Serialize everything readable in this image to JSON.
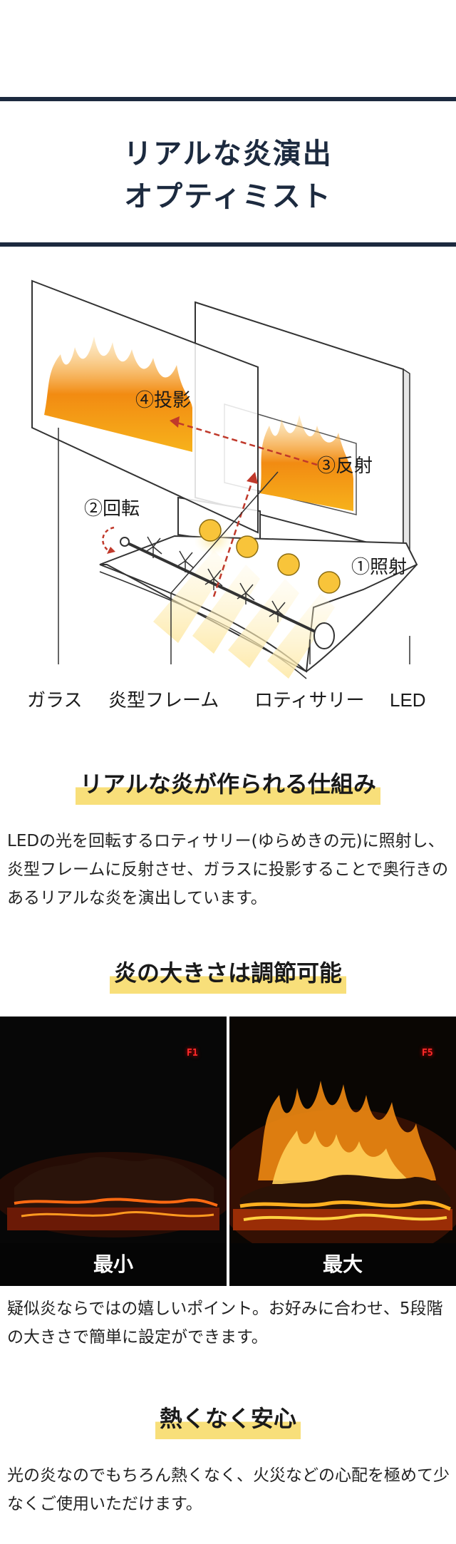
{
  "header": {
    "title_line1": "リアルな炎演出",
    "title_line2": "オプティミスト",
    "accent_color": "#1c2a3f"
  },
  "diagram": {
    "callouts": {
      "projection": "④投影",
      "reflection": "③反射",
      "rotation": "②回転",
      "illumination": "①照射"
    },
    "labels": [
      "ガラス",
      "炎型フレーム",
      "ロティサリー",
      "LED"
    ]
  },
  "section1": {
    "heading": "リアルな炎が作られる仕組み",
    "body": "LEDの光を回転するロティサリー(ゆらめきの元)に照射し、炎型フレームに反射させ、ガラスに投影することで奥行きのあるリアルな炎を演出しています。"
  },
  "section2": {
    "heading": "炎の大きさは調節可能",
    "photos": [
      {
        "label": "最小",
        "badge": "F1"
      },
      {
        "label": "最大",
        "badge": "F5"
      }
    ],
    "body": "疑似炎ならではの嬉しいポイント。お好みに合わせ、5段階の大きさで簡単に設定ができます。"
  },
  "section3": {
    "heading": "熱くなく安心",
    "body": "光の炎なのでもちろん熱くなく、火災などの心配を極めて少なくご使用いただけます。"
  },
  "highlight_color": "#f8df7a"
}
